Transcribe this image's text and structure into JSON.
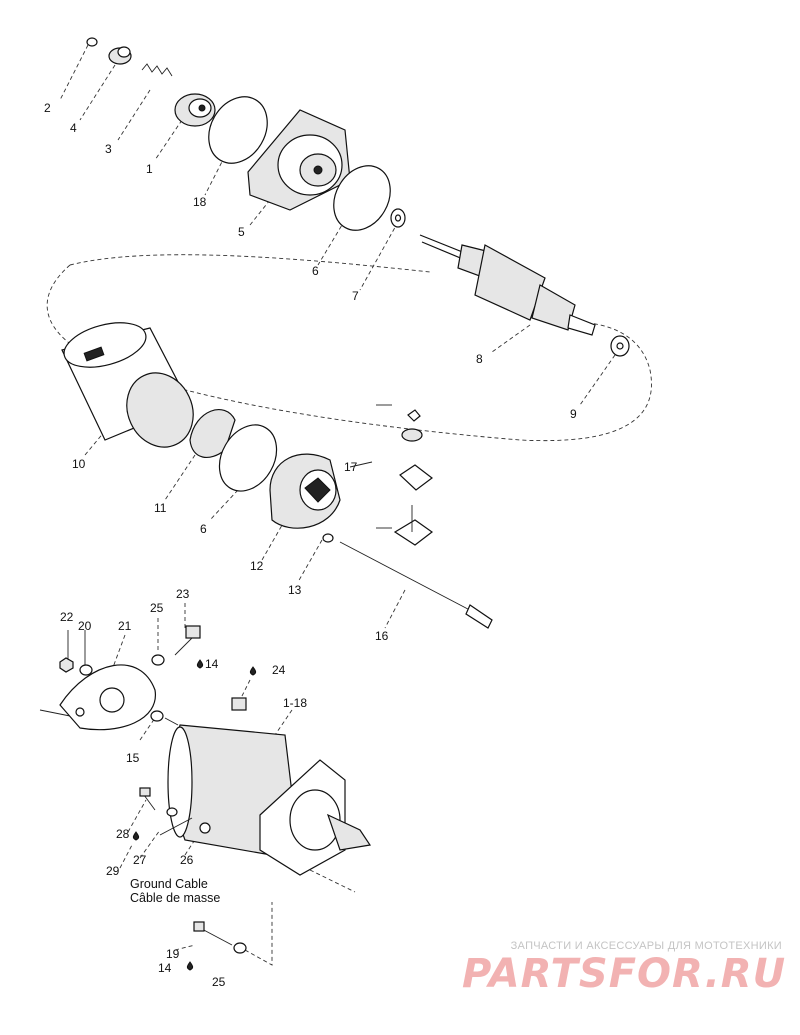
{
  "diagram": {
    "callouts": {
      "c2": "2",
      "c4": "4",
      "c3": "3",
      "c1": "1",
      "c18": "18",
      "c5": "5",
      "c6a": "6",
      "c7": "7",
      "c8": "8",
      "c9": "9",
      "c10": "10",
      "c11": "11",
      "c6b": "6",
      "c12": "12",
      "c13": "13",
      "c16": "16",
      "c17": "17",
      "c22": "22",
      "c20": "20",
      "c21": "21",
      "c25a": "25",
      "c23": "23",
      "c14a": "14",
      "c24": "24",
      "c1_18": "1-18",
      "c15": "15",
      "c28": "28",
      "c27": "27",
      "c29": "29",
      "c26": "26",
      "c19": "19",
      "c14b": "14",
      "c25b": "25"
    },
    "ground_cable_en": "Ground Cable",
    "ground_cable_fr": "Câble de masse"
  },
  "watermark": {
    "subtitle": "ЗАПЧАСТИ И АКСЕССУАРЫ ДЛЯ МОТОТЕХНИКИ",
    "brand": "PARTSFOR.RU"
  }
}
